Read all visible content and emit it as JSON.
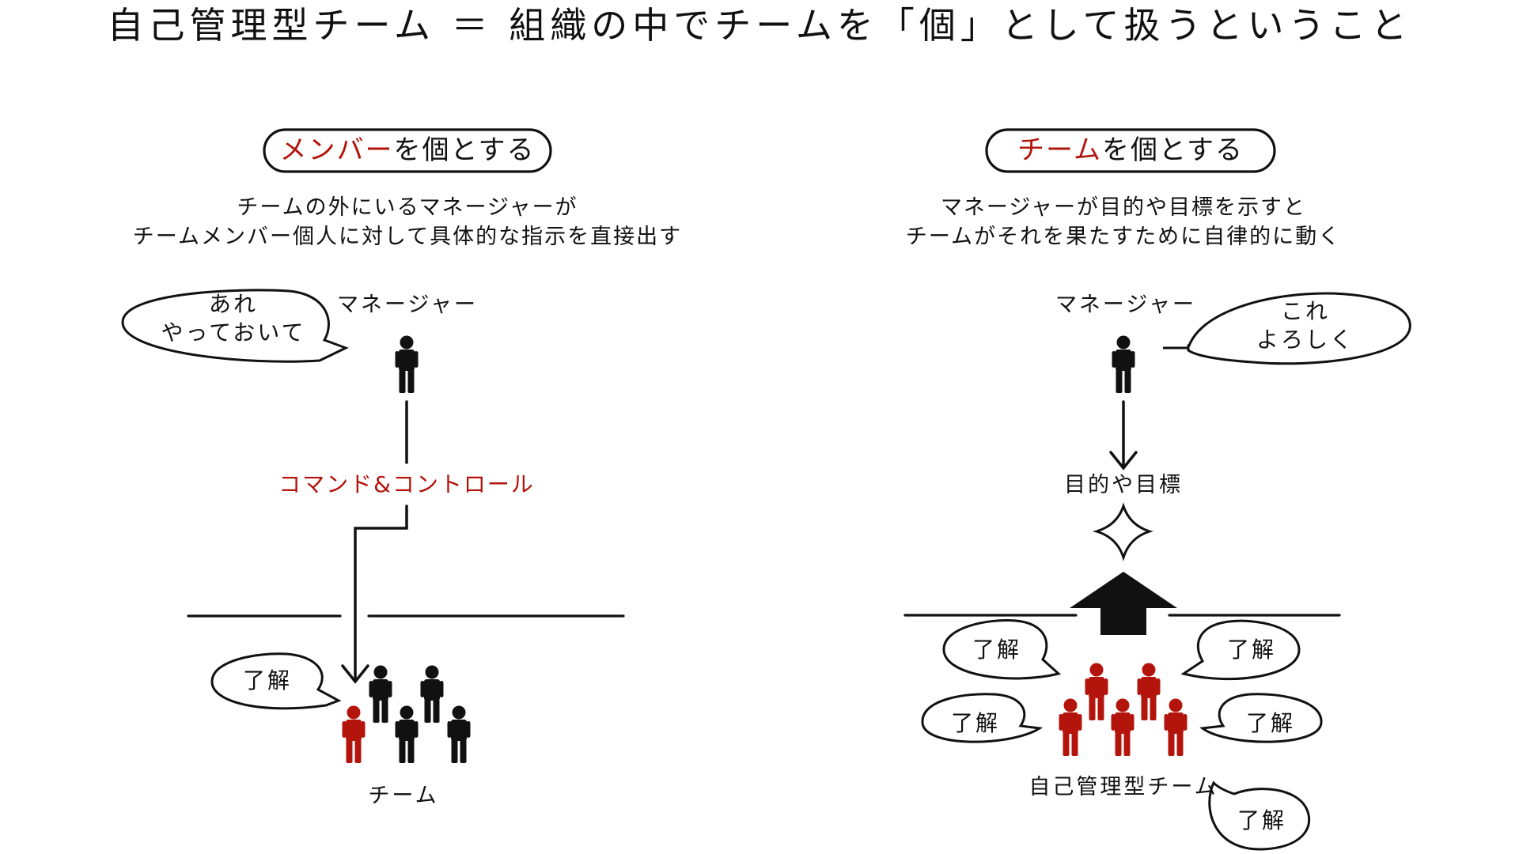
{
  "title": "自己管理型チーム ＝ 組織の中でチームを「個」として扱うということ",
  "left": {
    "heading_em": "メンバー",
    "heading_rest": "を個とする",
    "description": [
      "チームの外にいるマネージャーが",
      "チームメンバー個人に対して具体的な指示を直接出す"
    ],
    "manager_label": "マネージャー",
    "manager_bubble": [
      "あれ",
      "やっておいて"
    ],
    "command_label": "コマンド&コントロール",
    "member_bubble": "了解",
    "team_label": "チーム"
  },
  "right": {
    "heading_em": "チーム",
    "heading_rest": "を個とする",
    "description": [
      "マネージャーが目的や目標を示すと",
      "チームがそれを果たすために自律的に動く"
    ],
    "manager_label": "マネージャー",
    "manager_bubble": [
      "これ",
      "よろしく"
    ],
    "goal_label": "目的や目標",
    "member_bubbles": [
      "了解",
      "了解",
      "了解",
      "了解",
      "了解"
    ],
    "team_label": "自己管理型チーム"
  },
  "colors": {
    "accent": "#b3140c",
    "ink": "#111111"
  },
  "icons": [
    "person-icon",
    "speech-bubble",
    "sparkle-icon",
    "up-arrow-icon",
    "down-arrow-icon"
  ]
}
